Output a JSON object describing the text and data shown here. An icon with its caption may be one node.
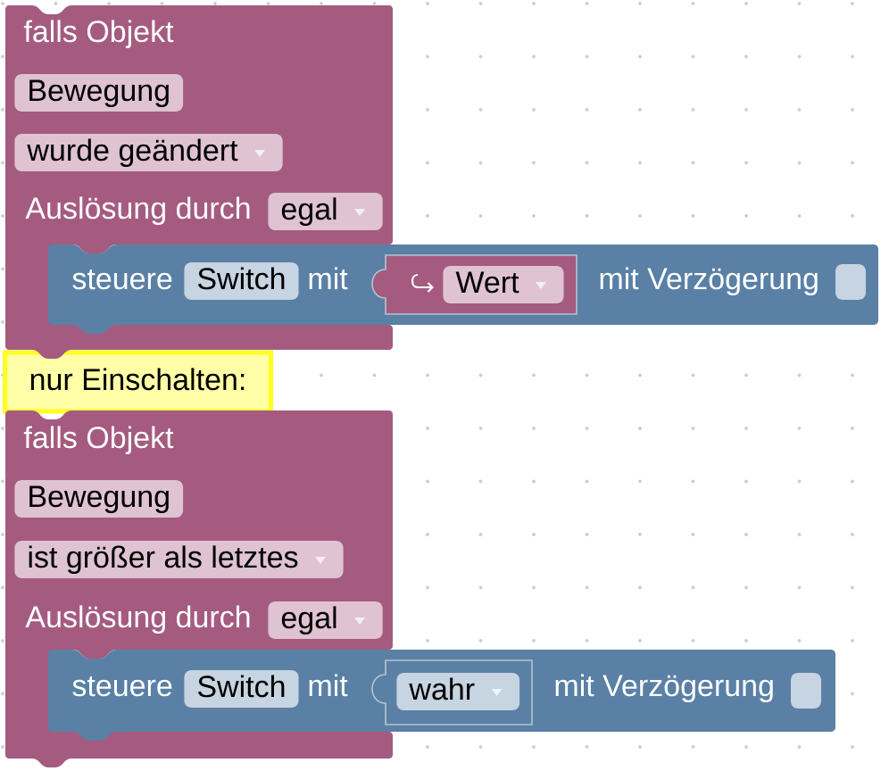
{
  "diagram": {
    "nodes": [
      {
        "text": [
          "falls Objekt",
          "Auslösung durch"
        ]
      },
      {
        "text": [
          "Bewegung"
        ],
        "in": 0
      },
      {
        "text": [
          "wurde geändert"
        ],
        "in": 0
      },
      {
        "text": [
          "egal"
        ],
        "in": 0
      },
      {
        "text": [
          "steuere",
          "mit",
          "mit Verzögerung"
        ]
      },
      {
        "text": [
          "Switch"
        ],
        "in": 4
      },
      {
        "text": [],
        "shape": "box",
        "in": 4
      },
      {
        "text": [
          "Wert"
        ],
        "in": 6
      },
      {
        "text": [],
        "shape": "box",
        "in": 4
      },
      {
        "text": [
          "nur Einschalten:"
        ]
      },
      {
        "text": [
          "falls Objekt",
          "Auslösung durch"
        ]
      },
      {
        "text": [
          "Bewegung"
        ],
        "in": 10
      },
      {
        "text": [
          "ist größer als letztes"
        ],
        "in": 10
      },
      {
        "text": [
          "egal"
        ],
        "in": 10
      },
      {
        "text": [
          "steuere",
          "mit",
          "mit Verzögerung"
        ]
      },
      {
        "text": [
          "Switch"
        ],
        "in": 14
      },
      {
        "text": [],
        "shape": "box",
        "in": 14
      },
      {
        "text": [
          "wahr"
        ],
        "in": 16
      },
      {
        "text": [],
        "shape": "box",
        "in": 14
      }
    ]
  }
}
